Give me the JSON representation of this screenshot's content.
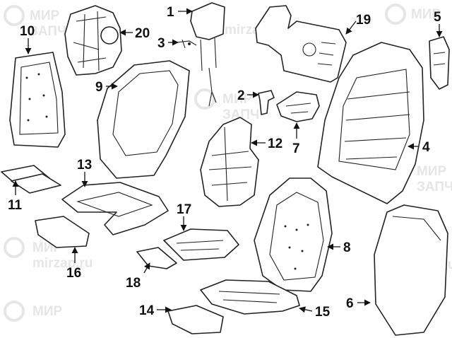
{
  "colors": {
    "line": "#222222",
    "watermark": "#e6e6e6",
    "background": "#ffffff"
  },
  "watermarks": {
    "brand_cyrillic": "МИР",
    "brand_sub": "ЗАПЧ",
    "site": "mirzap.ru"
  },
  "callouts": [
    "1",
    "2",
    "3",
    "4",
    "5",
    "6",
    "7",
    "8",
    "9",
    "10",
    "11",
    "12",
    "13",
    "14",
    "15",
    "16",
    "17",
    "18",
    "19",
    "20"
  ]
}
